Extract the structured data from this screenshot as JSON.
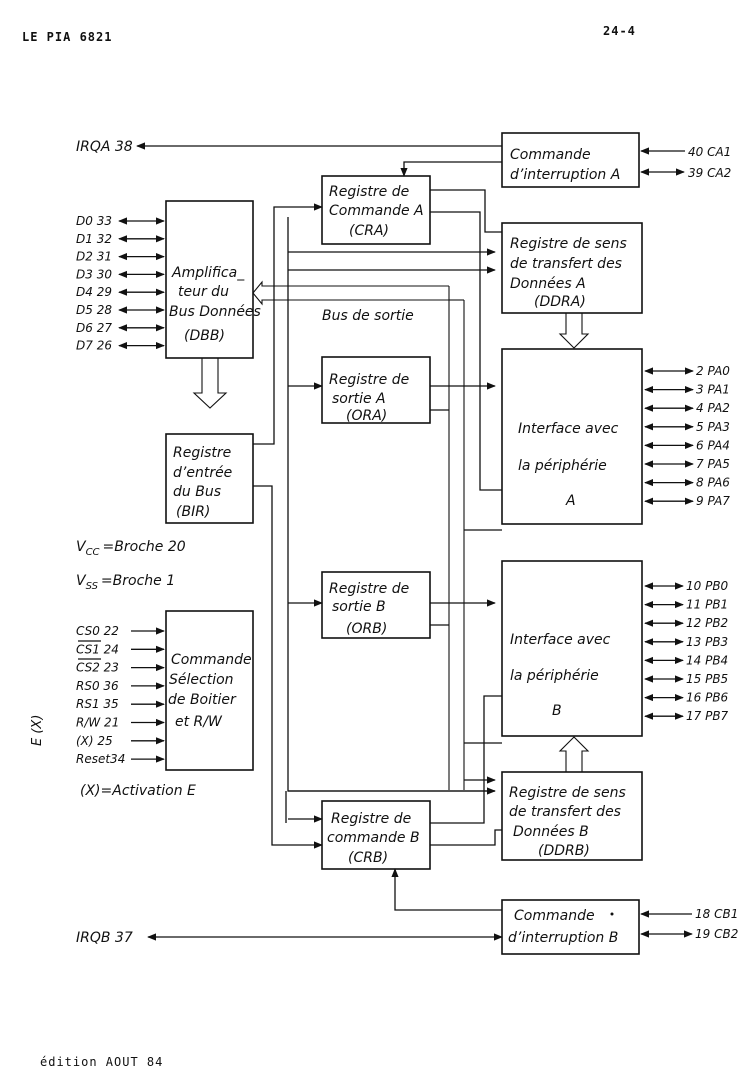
{
  "header": {
    "left": "LE PIA 6821",
    "right": "24-4"
  },
  "footer": {
    "edition": "édition AOUT 84"
  },
  "irq": {
    "a": "IRQA 38",
    "b": "IRQB 37"
  },
  "boxes": {
    "cmd_int_a": [
      "Commande",
      "d’interruption A"
    ],
    "cra": [
      "Registre de",
      "Commande A",
      "(CRA)"
    ],
    "ddra": [
      "Registre de sens",
      "de transfert des",
      "Données   A",
      "(DDRA)"
    ],
    "dbb": [
      "Amplifica_",
      "teur du",
      "Bus Données",
      "(DBB)"
    ],
    "ora": [
      "Registre de",
      "sortie A",
      "(ORA)"
    ],
    "bir": [
      "Registre",
      "d’entrée",
      "du Bus",
      "(BIR)"
    ],
    "periph_a": [
      "Interface avec",
      "la périphérie",
      "A"
    ],
    "orb": [
      "Registre de",
      "sortie B",
      "(ORB)"
    ],
    "periph_b": [
      "Interface avec",
      "la périphérie",
      "B"
    ],
    "sel": [
      "Commande",
      "Sélection",
      "de Boitier",
      "et   R/W"
    ],
    "ddrb": [
      "Registre de sens",
      "de transfert des",
      "Données B",
      "(DDRB)"
    ],
    "crb": [
      "Registre de",
      "commande B",
      "(CRB)"
    ],
    "cmd_int_b": [
      "Commande",
      "d’interruption B"
    ]
  },
  "bus_label": "Bus de sortie",
  "power": {
    "vcc": "V",
    "vcc_sub": "CC",
    "vcc_rest": "=Broche  20",
    "vss": "V",
    "vss_sub": "SS",
    "vss_rest": "=Broche  1"
  },
  "activation_note": "(X)=Activation E",
  "margin_note": "E (X)",
  "data_pins": [
    "D0 33",
    "D1 32",
    "D2 31",
    "D3 30",
    "D4 29",
    "D5 28",
    "D6 27",
    "D7 26"
  ],
  "select_pins": [
    "CS0 22",
    "CS1 24",
    "CS2 23",
    "RS0 36",
    "RS1 35",
    "R/W 21",
    "(X) 25",
    "Reset34"
  ],
  "ca_pins": [
    "40 CA1",
    "39 CA2"
  ],
  "pa_pins": [
    "2 PA0",
    "3 PA1",
    "4 PA2",
    "5 PA3",
    "6 PA4",
    "7 PA5",
    "8 PA6",
    "9 PA7"
  ],
  "pb_pins": [
    "10 PB0",
    "11 PB1",
    "12 PB2",
    "13 PB3",
    "14 PB4",
    "15 PB5",
    "16 PB6",
    "17 PB7"
  ],
  "cb_pins": [
    "18 CB1",
    "19 CB2"
  ]
}
